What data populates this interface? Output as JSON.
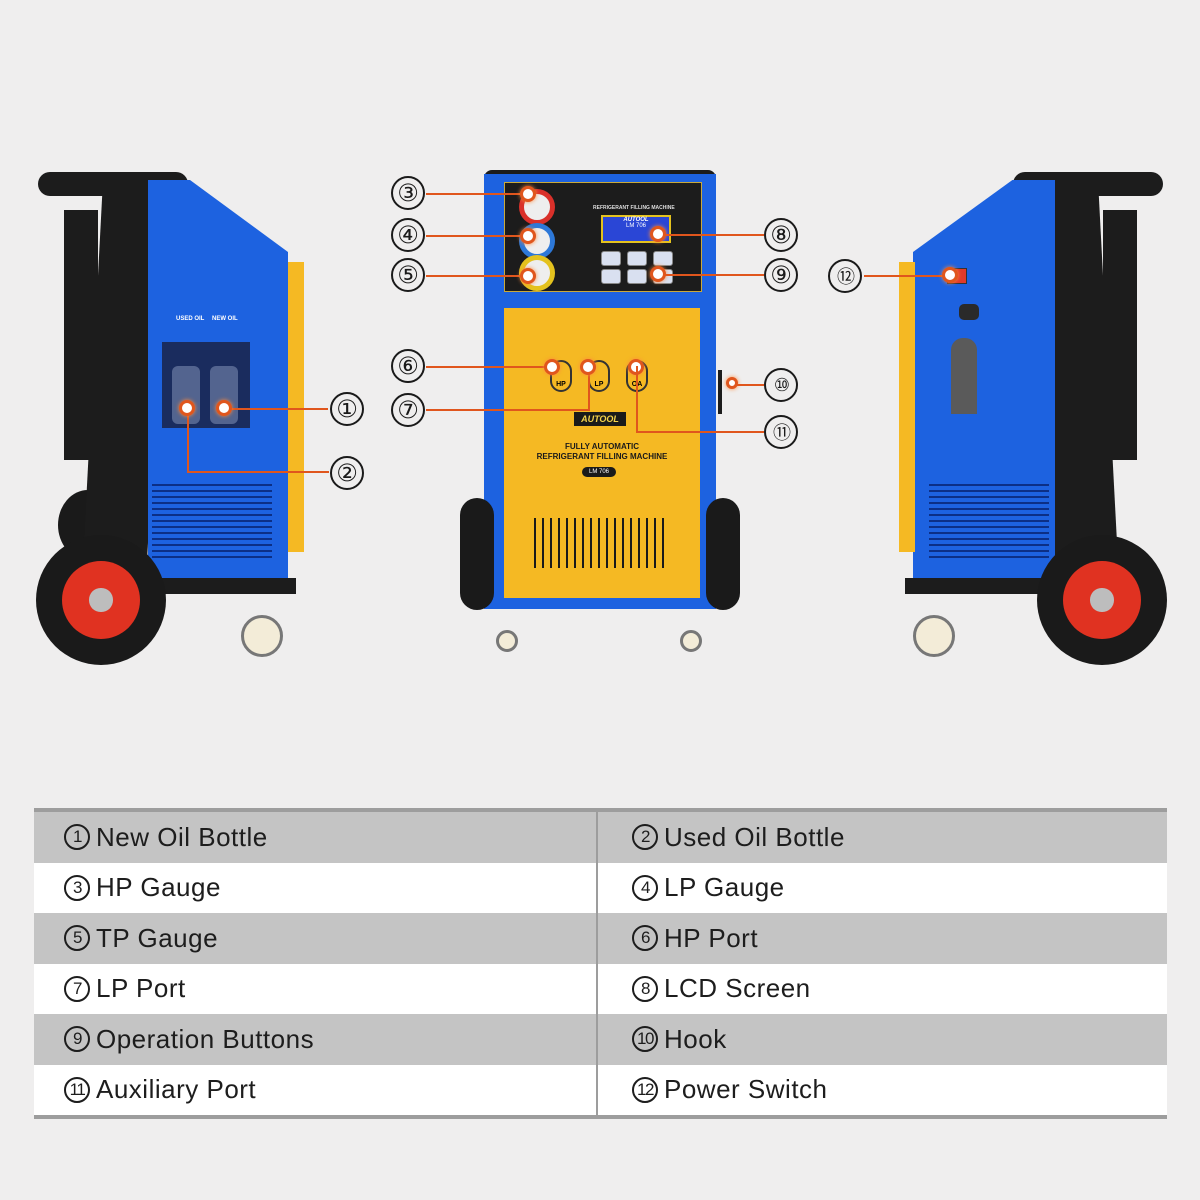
{
  "machine": {
    "brand": "AUTOOL",
    "model": "LM 706",
    "front_title_line1": "FULLY AUTOMATIC",
    "front_title_line2": "REFRIGERANT FILLING MACHINE",
    "panel_title": "REFRIGERANT FILLING MACHINE",
    "lcd_brand": "AUTOOL",
    "lcd_model": "LM 706",
    "port_labels": [
      "HP",
      "LP",
      "OA"
    ],
    "bottle_labels": [
      "USED OIL",
      "NEW OIL"
    ]
  },
  "callouts": [
    {
      "num": "①"
    },
    {
      "num": "②"
    },
    {
      "num": "③"
    },
    {
      "num": "④"
    },
    {
      "num": "⑤"
    },
    {
      "num": "⑥"
    },
    {
      "num": "⑦"
    },
    {
      "num": "⑧"
    },
    {
      "num": "⑨"
    },
    {
      "num": "⑩"
    },
    {
      "num": "⑪"
    },
    {
      "num": "⑫"
    }
  ],
  "legend": {
    "rows": [
      {
        "left": {
          "num": "1",
          "label": "New Oil Bottle"
        },
        "right": {
          "num": "2",
          "label": "Used Oil Bottle"
        }
      },
      {
        "left": {
          "num": "3",
          "label": "HP Gauge"
        },
        "right": {
          "num": "4",
          "label": "LP Gauge"
        }
      },
      {
        "left": {
          "num": "5",
          "label": "TP Gauge"
        },
        "right": {
          "num": "6",
          "label": "HP Port"
        }
      },
      {
        "left": {
          "num": "7",
          "label": "LP Port"
        },
        "right": {
          "num": "8",
          "label": "LCD Screen"
        }
      },
      {
        "left": {
          "num": "9",
          "label": "Operation Buttons"
        },
        "right": {
          "num": "10",
          "label": "Hook"
        }
      },
      {
        "left": {
          "num": "11",
          "label": "Auxiliary Port"
        },
        "right": {
          "num": "12",
          "label": "Power Switch"
        }
      }
    ]
  },
  "colors": {
    "body_blue": "#1d62e0",
    "front_yellow": "#f5b923",
    "frame_black": "#1c1c1c",
    "callout_orange": "#e0561d",
    "wheel_red": "#e03221",
    "row_shaded": "#c4c4c4",
    "background": "#efeeee"
  }
}
